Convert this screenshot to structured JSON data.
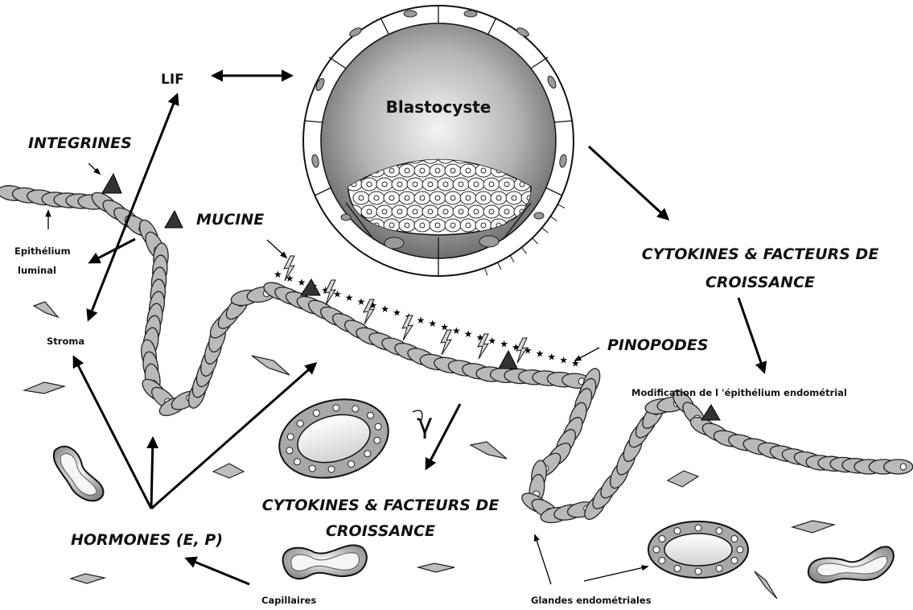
{
  "labels": {
    "lif": "LIF",
    "blastocyste": "Blastocyste",
    "integrines": "INTEGRINES",
    "mucine": "MUCINE",
    "epithelium_line1": "Epithélium",
    "epithelium_line2": "luminal",
    "stroma": "Stroma",
    "pinopodes": "PINOPODES",
    "cytokines_right_line1": "CYTOKINES & FACTEURS DE",
    "cytokines_right_line2": "CROISSANCE",
    "modification": "Modification de l 'épithélium endométrial",
    "cytokines_center_line1": "CYTOKINES & FACTEURS DE",
    "cytokines_center_line2": "CROISSANCE",
    "hormones": "HORMONES (E, P)",
    "capillaires": "Capillaires",
    "glandes": "Glandes endométriales",
    "gamma": "γ"
  },
  "colors": {
    "cell_fill": "#b9b9b9",
    "blastocyst_gradient_center": "#f4f4f4",
    "blastocyst_gradient_edge": "#6f6f6f",
    "ink": "#111111"
  }
}
